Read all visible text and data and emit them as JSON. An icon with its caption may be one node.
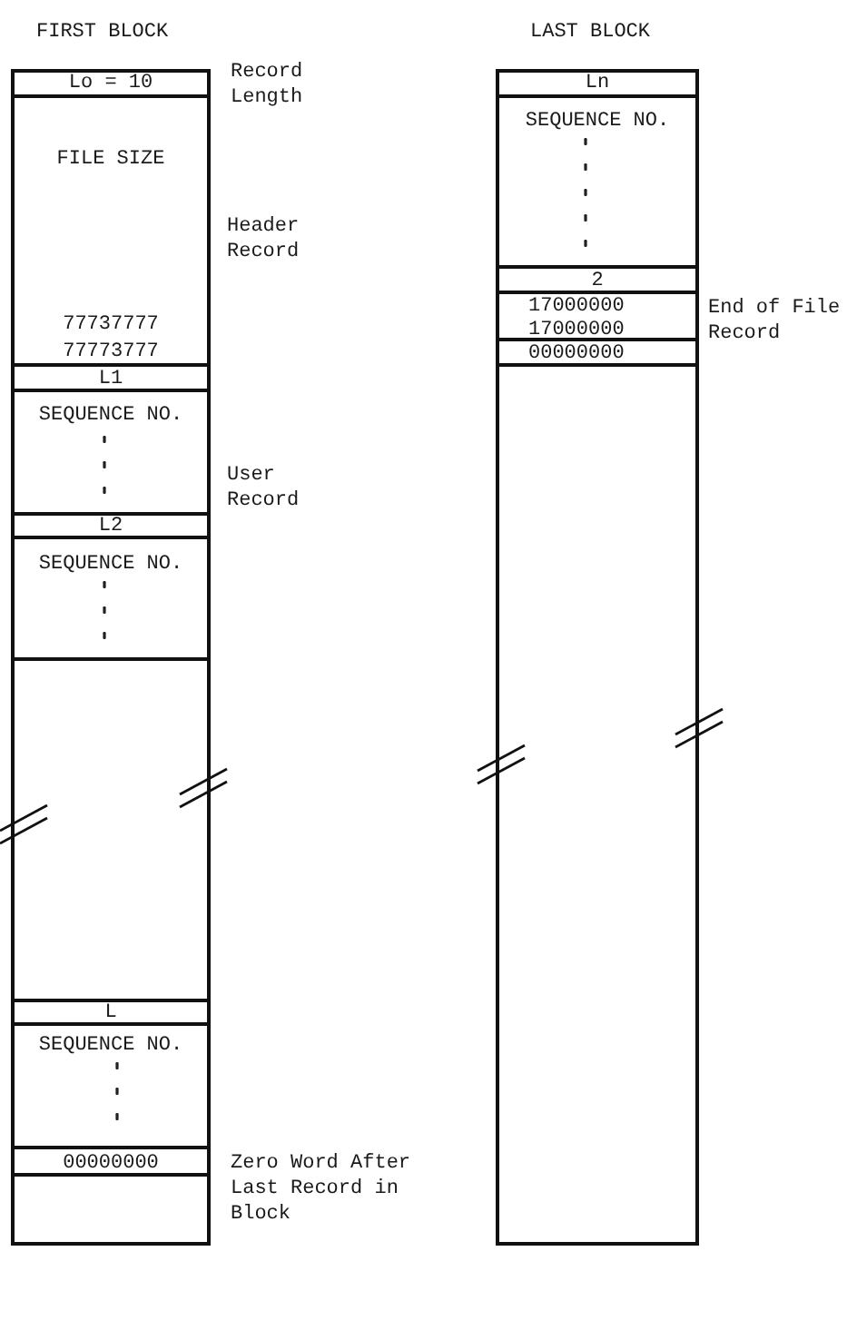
{
  "diagram": {
    "nodes": [
      {
        "text": [
          "FIRST BLOCK"
        ]
      },
      {
        "text": [
          "Lo = 10"
        ],
        "in": 0
      },
      {
        "text": [
          "FILE SIZE",
          "77737777",
          "77773777"
        ],
        "in": 0,
        "beside": [
          "Header Record"
        ]
      },
      {
        "text": [
          "L1"
        ],
        "in": 0
      },
      {
        "text": [
          "SEQUENCE NO."
        ],
        "in": 0,
        "beside": [
          "User Record"
        ]
      },
      {
        "text": [
          "L2"
        ],
        "in": 0
      },
      {
        "text": [
          "SEQUENCE NO."
        ],
        "in": 0
      },
      {
        "text": [],
        "shape": "box",
        "in": 0
      },
      {
        "text": [
          "L"
        ],
        "in": 0
      },
      {
        "text": [
          "SEQUENCE NO."
        ],
        "in": 0
      },
      {
        "text": [
          "00000000"
        ],
        "in": 0,
        "beside": [
          "Zero Word After Last Record in Block"
        ]
      },
      {
        "text": [],
        "shape": "box",
        "in": 0
      },
      {
        "text": [
          "LAST BLOCK"
        ]
      },
      {
        "text": [
          "Ln"
        ],
        "in": 12
      },
      {
        "text": [
          "SEQUENCE NO."
        ],
        "in": 12
      },
      {
        "text": [
          "2"
        ],
        "in": 12
      },
      {
        "text": [
          "17000000",
          "17000000"
        ],
        "in": 12,
        "beside": [
          "End of File Record"
        ]
      },
      {
        "text": [
          "00000000"
        ],
        "in": 12
      },
      {
        "text": [],
        "shape": "box",
        "in": 12
      }
    ],
    "labels": [
      "Record Length"
    ]
  }
}
